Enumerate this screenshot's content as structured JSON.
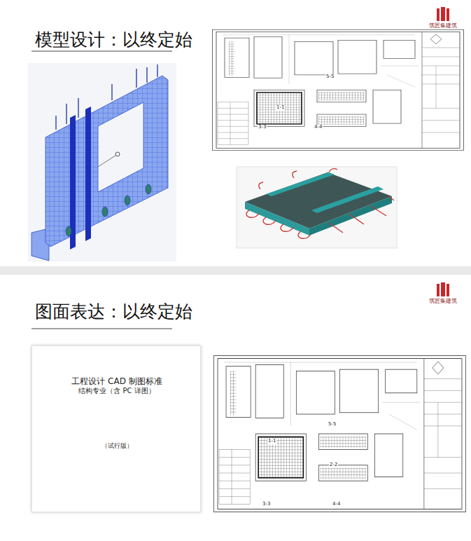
{
  "diagram": {
    "nodes": [
      {
        "text": [
          "模型设计：以终定始"
        ]
      },
      {
        "text": [
          "图面表达：以终定始"
        ]
      },
      {
        "text": [
          "工程设计 CAD 制图标准",
          "结构专业（含 PC 详图）",
          "（试行版）"
        ],
        "in": 1
      }
    ],
    "labels": [
      "筑匠集建筑",
      "5-5",
      "1-1",
      "3-3",
      "4-4",
      "筑匠集建筑",
      "5-5",
      "1-1",
      "2-2",
      "3-3",
      "4-4"
    ]
  }
}
